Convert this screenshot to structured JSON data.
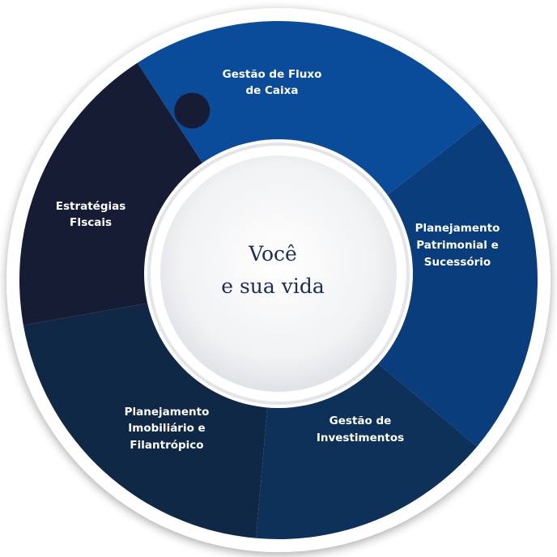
{
  "center": {
    "lines": [
      "Você",
      "e sua vida"
    ]
  },
  "pieces": [
    {
      "id": "gestao-fluxo-caixa",
      "lines": [
        "Gestão de Fluxo",
        "de Caixa"
      ],
      "color": "#0b4c9a"
    },
    {
      "id": "planejamento-patrimonial",
      "lines": [
        "Planejamento",
        "Patrimonial e",
        "Sucessório"
      ],
      "color": "#0a3d7c"
    },
    {
      "id": "gestao-investimentos",
      "lines": [
        "Gestão de",
        "Investimentos"
      ],
      "color": "#0d3158"
    },
    {
      "id": "planejamento-imobiliario",
      "lines": [
        "Planejamento",
        "Imobiliário e",
        "Filantrópico"
      ],
      "color": "#0f2846"
    },
    {
      "id": "estrategias-fiscais",
      "lines": [
        "Estratégias",
        "FIscais"
      ],
      "color": "#161c33"
    }
  ],
  "colors": {
    "ring_outer": "#ffffff",
    "ring_shadow": "#d6d9de",
    "center_fill": "#f3f4f6",
    "center_text": "#1c2e54"
  }
}
